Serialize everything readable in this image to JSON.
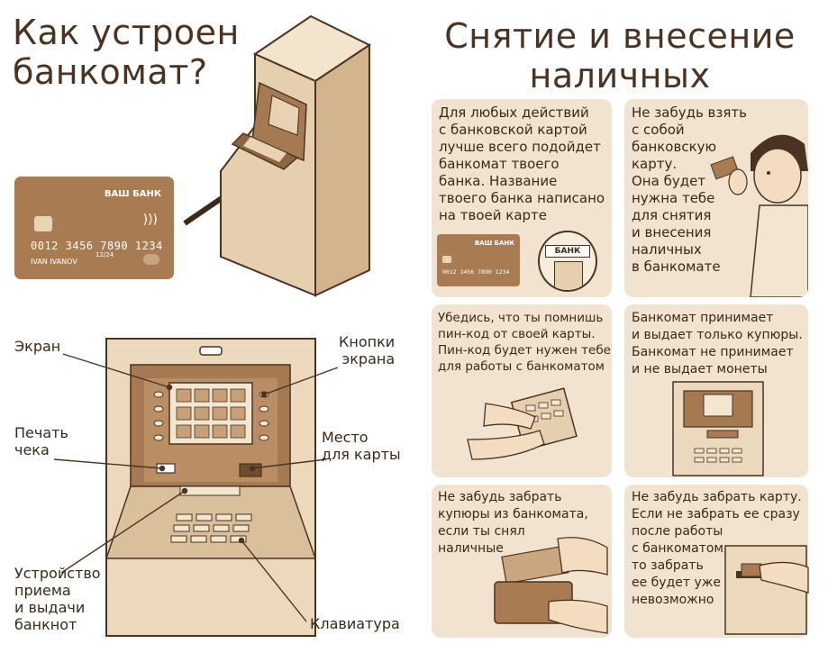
{
  "left": {
    "title_line1": "Как устроен",
    "title_line2": "банкомат?",
    "bank_card": {
      "bank_name": "ВАШ БАНК",
      "number": "0012 3456 7890 1234",
      "holder": "IVAN IVANOV",
      "expiry": "12/24"
    },
    "labels": {
      "screen": "Экран",
      "screen_buttons_1": "Кнопки",
      "screen_buttons_2": "экрана",
      "receipt_1": "Печать",
      "receipt_2": "чека",
      "card_slot_1": "Место",
      "card_slot_2": "для карты",
      "cash_1": "Устройство",
      "cash_2": "приема",
      "cash_3": "и выдачи",
      "cash_4": "банкнот",
      "keypad": "Клавиатура"
    }
  },
  "right": {
    "title_line1": "Снятие и внесение",
    "title_line2": "наличных",
    "tips": [
      {
        "lines": [
          "Для любых действий",
          "с банковской картой",
          "лучше всего подойдет",
          "банкомат твоего",
          "банка. Название",
          "твоего банка написано",
          "на твоей карте"
        ],
        "mini_card_bank": "ВАШ БАНК",
        "mini_card_number": "0012 3456 7890 1234",
        "bank_sign": "БАНК"
      },
      {
        "lines": [
          "Не забудь взять",
          "с собой",
          "банковскую",
          "карту.",
          "Она будет",
          "нужна тебе",
          "для снятия",
          "и внесения",
          "наличных",
          "в банкомате"
        ]
      },
      {
        "lines": [
          "Убедись, что ты помнишь",
          "пин-код от своей карты.",
          "Пин-код будет нужен тебе",
          "для работы с банкоматом"
        ]
      },
      {
        "lines": [
          "Банкомат принимает",
          "и выдает только купюры.",
          "Банкомат не принимает",
          "и не выдает монеты"
        ]
      },
      {
        "lines": [
          "Не забудь забрать",
          "купюры из банкомата,",
          "если ты снял",
          "наличные"
        ]
      },
      {
        "lines": [
          "Не забудь забрать карту.",
          "Если не забрать ее сразу",
          "после работы",
          "с банкоматом,",
          "то забрать",
          "ее будет уже",
          "невозможно"
        ]
      }
    ]
  },
  "colors": {
    "panel": "#f1e3cf",
    "ink": "#3a2818",
    "card": "#a87b52",
    "atm": "#e6cfae"
  }
}
